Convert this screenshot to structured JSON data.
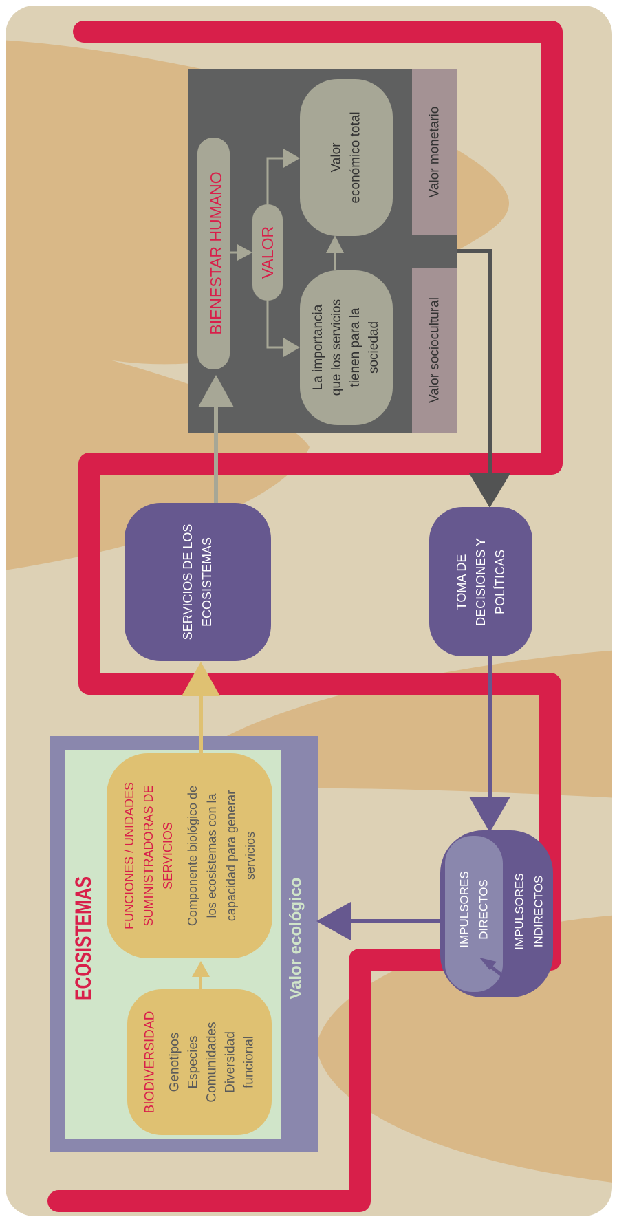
{
  "colors": {
    "background": "#ddd1b5",
    "sand": "#d9b887",
    "red_path": "#d81f4a",
    "purple": "#66588f",
    "purple_light": "#8a87ad",
    "grey_dark": "#5f6060",
    "grey_box": "#a7a796",
    "mauve": "#a49294",
    "green_pale": "#d0e5c9",
    "yellow_box": "#dfc172",
    "text_red": "#d81f4a",
    "text_grey": "#5a5a5a",
    "text_white": "#ffffff"
  },
  "ecosistemas": {
    "title": "ECOSISTEMAS",
    "valor_ecologico": "Valor ecológico",
    "biodiversidad": {
      "title": "BIODIVERSIDAD",
      "items": [
        "Genotipos",
        "Especies",
        "Comunidades",
        "Diversidad",
        "funcional"
      ]
    },
    "funciones": {
      "title_lines": [
        "FUNCIONES / UNIDADES",
        "SUMINISTRADORAS DE",
        "SERVICIOS"
      ],
      "desc_lines": [
        "Componente biológico de",
        "los ecosistemas con la",
        "capacidad para generar",
        "servicios"
      ]
    }
  },
  "servicios": {
    "lines": [
      "SERVICIOS DE LOS",
      "ECOSISTEMAS"
    ]
  },
  "bienestar": {
    "title": "BIENESTAR HUMANO",
    "valor": "VALOR",
    "importancia_lines": [
      "La importancia",
      "que los servicios",
      "tienen para la",
      "sociedad"
    ],
    "economico_lines": [
      "Valor",
      "económico total"
    ],
    "valor_sociocultural": "Valor sociocultural",
    "valor_monetario": "Valor monetario"
  },
  "toma": {
    "lines": [
      "TOMA DE",
      "DECISIONES Y",
      "POLÍTICAS"
    ]
  },
  "impulsores": {
    "directos_lines": [
      "IMPULSORES",
      "DIRECTOS"
    ],
    "indirectos_lines": [
      "IMPULSORES",
      "INDIRECTOS"
    ]
  }
}
